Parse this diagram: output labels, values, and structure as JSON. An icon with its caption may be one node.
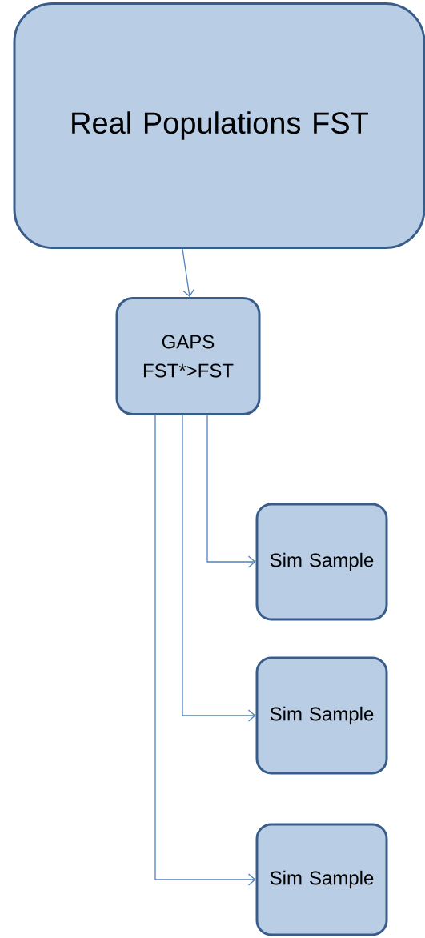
{
  "diagram": {
    "nodes": [
      {
        "text": [
          "Real Populations FST"
        ]
      },
      {
        "text": [
          "GAPS FST*>FST"
        ]
      },
      {
        "text": [
          "Sim Sample"
        ]
      },
      {
        "text": [
          "Sim Sample"
        ]
      },
      {
        "text": [
          "Sim Sample"
        ]
      }
    ],
    "edges": [
      {
        "from": 0,
        "to": 1,
        "arrow": "to"
      },
      {
        "from": 1,
        "to": 2,
        "arrow": "to"
      },
      {
        "from": 1,
        "to": 3,
        "arrow": "to"
      },
      {
        "from": 1,
        "to": 4,
        "arrow": "to"
      }
    ]
  }
}
